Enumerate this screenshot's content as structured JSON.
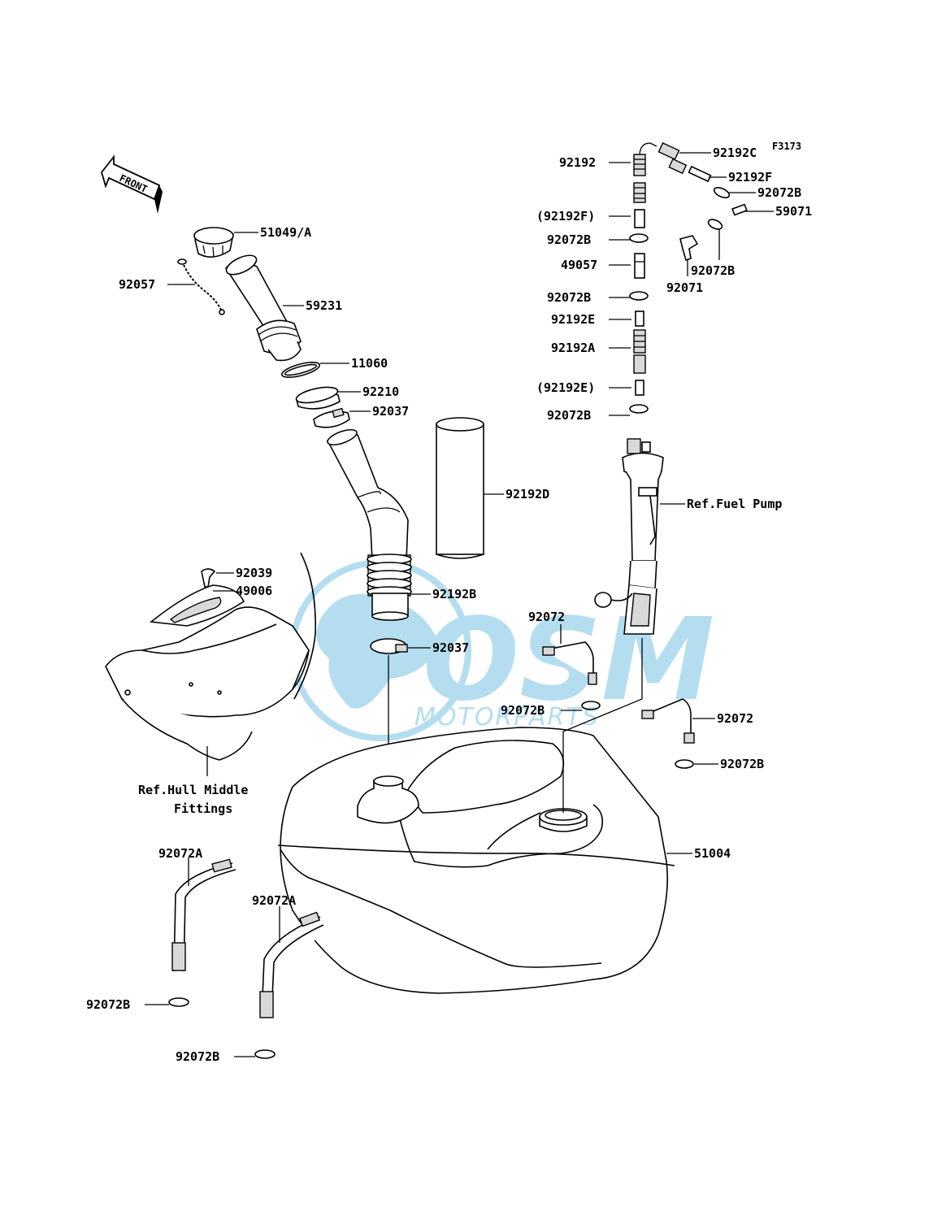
{
  "figure_code": "F3173",
  "front_arrow_label": "FRONT",
  "watermark": {
    "brand": "OSM",
    "sub": "MOTORPARTS",
    "color": "#2a9fd6"
  },
  "callouts": [
    {
      "id": "c-51049a",
      "text": "51049/A"
    },
    {
      "id": "c-92057",
      "text": "92057"
    },
    {
      "id": "c-59231",
      "text": "59231"
    },
    {
      "id": "c-11060",
      "text": "11060"
    },
    {
      "id": "c-92210",
      "text": "92210"
    },
    {
      "id": "c-92037-top",
      "text": "92037"
    },
    {
      "id": "c-92192d",
      "text": "92192D"
    },
    {
      "id": "c-92039",
      "text": "92039"
    },
    {
      "id": "c-49006",
      "text": "49006"
    },
    {
      "id": "c-92192b",
      "text": "92192B"
    },
    {
      "id": "c-92037-bot",
      "text": "92037"
    },
    {
      "id": "c-hull1",
      "text": "Ref.Hull Middle"
    },
    {
      "id": "c-hull2",
      "text": "Fittings"
    },
    {
      "id": "c-92192",
      "text": "92192"
    },
    {
      "id": "c-92192c",
      "text": "92192C"
    },
    {
      "id": "c-92192f",
      "text": "92192F"
    },
    {
      "id": "c-92072b-r1",
      "text": "92072B"
    },
    {
      "id": "c-92192f-p",
      "text": "(92192F)"
    },
    {
      "id": "c-59071",
      "text": "59071"
    },
    {
      "id": "c-92072b-l1",
      "text": "92072B"
    },
    {
      "id": "c-49057",
      "text": "49057"
    },
    {
      "id": "c-92072b-r2",
      "text": "92072B"
    },
    {
      "id": "c-92071",
      "text": "92071"
    },
    {
      "id": "c-92072b-l2",
      "text": "92072B"
    },
    {
      "id": "c-92192e",
      "text": "92192E"
    },
    {
      "id": "c-92192a",
      "text": "92192A"
    },
    {
      "id": "c-92192e-p",
      "text": "(92192E)"
    },
    {
      "id": "c-92072b-l3",
      "text": "92072B"
    },
    {
      "id": "c-fuelpump",
      "text": "Ref.Fuel Pump"
    },
    {
      "id": "c-92072-a",
      "text": "92072"
    },
    {
      "id": "c-92072b-m",
      "text": "92072B"
    },
    {
      "id": "c-92072-b",
      "text": "92072"
    },
    {
      "id": "c-92072b-r3",
      "text": "92072B"
    },
    {
      "id": "c-51004",
      "text": "51004"
    },
    {
      "id": "c-92072a-1",
      "text": "92072A"
    },
    {
      "id": "c-92072a-2",
      "text": "92072A"
    },
    {
      "id": "c-92072b-bl1",
      "text": "92072B"
    },
    {
      "id": "c-92072b-bl2",
      "text": "92072B"
    }
  ]
}
